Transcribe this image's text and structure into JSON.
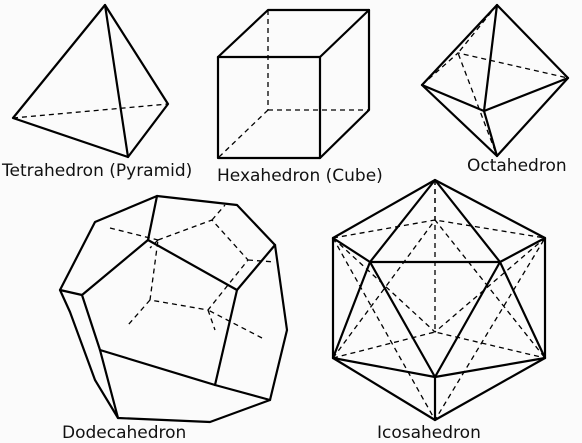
{
  "diagram": {
    "labels": {
      "tetrahedron": "Tetrahedron (Pyramid)",
      "hexahedron": "Hexahedron (Cube)",
      "octahedron": "Octahedron",
      "dodecahedron": "Dodecahedron",
      "icosahedron": "Icosahedron"
    },
    "line_color": "#000000",
    "background_color": "#fbfbfb"
  }
}
